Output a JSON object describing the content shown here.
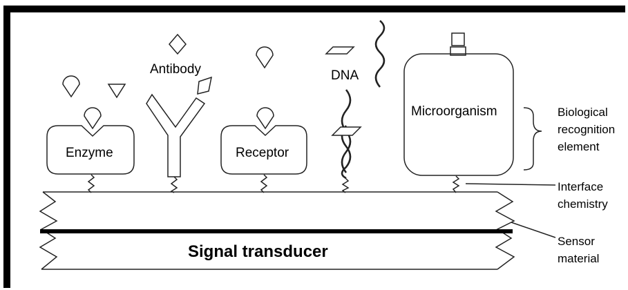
{
  "elements": {
    "enzyme": "Enzyme",
    "antibody": "Antibody",
    "receptor": "Receptor",
    "dna": "DNA",
    "microorganism": "Microorganism"
  },
  "annotations": {
    "biological_recognition_element": [
      "Biological",
      "recognition",
      "element"
    ],
    "interface_chemistry": [
      "Interface",
      "chemistry"
    ],
    "sensor_material": [
      "Sensor",
      "material"
    ]
  },
  "transducer_label": "Signal transducer",
  "colors": {
    "frame": "#000000",
    "line": "#111111",
    "background": "#ffffff"
  }
}
